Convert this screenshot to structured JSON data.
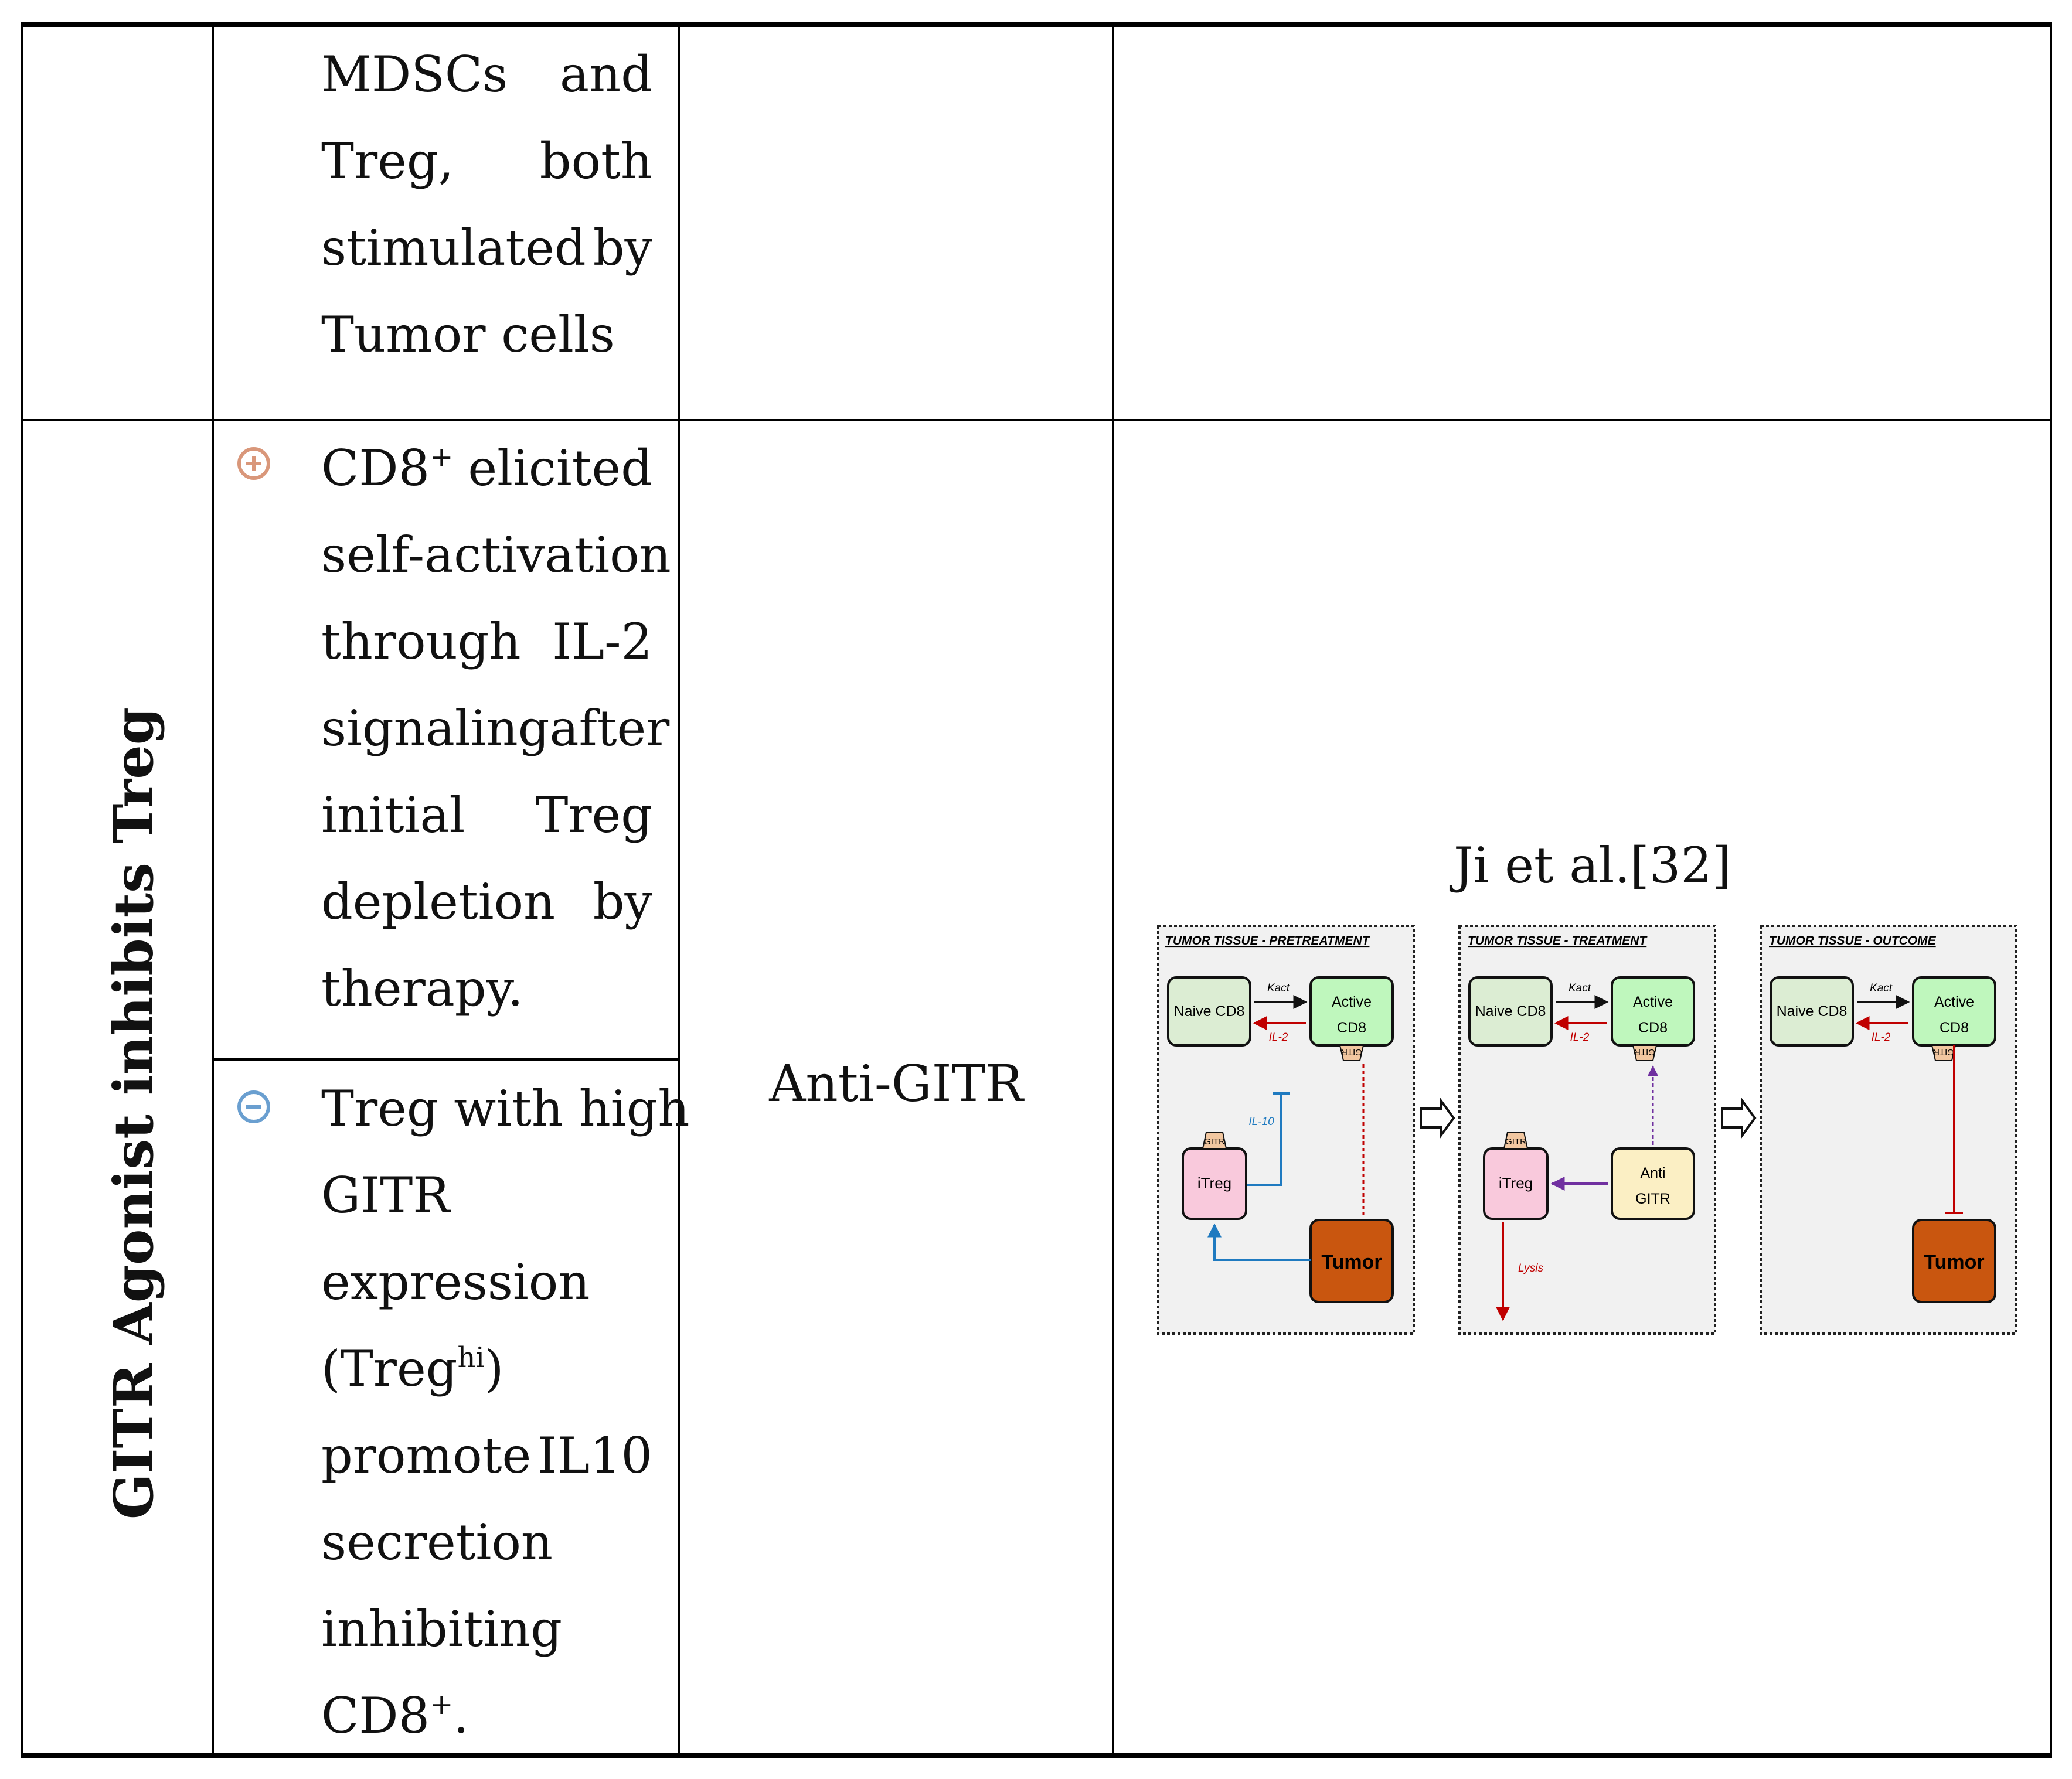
{
  "table": {
    "row1": {
      "finding_lines": [
        "MDSCs and",
        "Treg, both",
        "stimulated by",
        "Tumor cells"
      ]
    },
    "row2": {
      "category": "GITR Agonist inhibits Treg",
      "finding_plus_lines": [
        "CD8⁺ elicited",
        "self-activation",
        "through IL-2",
        "signaling after",
        "initial Treg",
        "depletion by",
        "therapy."
      ],
      "finding_minus_lines": [
        "Treg with high",
        "GITR",
        "expression",
        "(Treghi)",
        "promote IL10",
        "secretion",
        "inhibiting",
        "CD8⁺."
      ],
      "therapy": "Anti-GITR",
      "citation": "Ji et al.[32]"
    }
  },
  "figure": {
    "panels": [
      {
        "title": "TUMOR TISSUE - PRETREATMENT"
      },
      {
        "title": "TUMOR TISSUE - TREATMENT"
      },
      {
        "title": "TUMOR TISSUE - OUTCOME"
      }
    ],
    "labels": {
      "naive": "Naive CD8",
      "active_1": "Active",
      "active_2": "CD8",
      "kact": "Kact",
      "il2": "IL-2",
      "il10": "IL-10",
      "gitr": "GITR",
      "itreg": "iTreg",
      "tumor": "Tumor",
      "anti_1": "Anti",
      "anti_2": "GITR",
      "lysis": "Lysis"
    },
    "colors": {
      "naive_fill": "#dcedd3",
      "active_fill": "#bff7bd",
      "itreg_fill": "#f9c9dc",
      "tumor_fill": "#c9560f",
      "anti_fill": "#fbefc4",
      "gitr_fill": "#f2c7a0",
      "blue_arrow": "#1f7ac0",
      "red_arrow": "#c00000",
      "purple_arrow": "#7030a0",
      "panel_bg": "#f1f1f1"
    }
  }
}
